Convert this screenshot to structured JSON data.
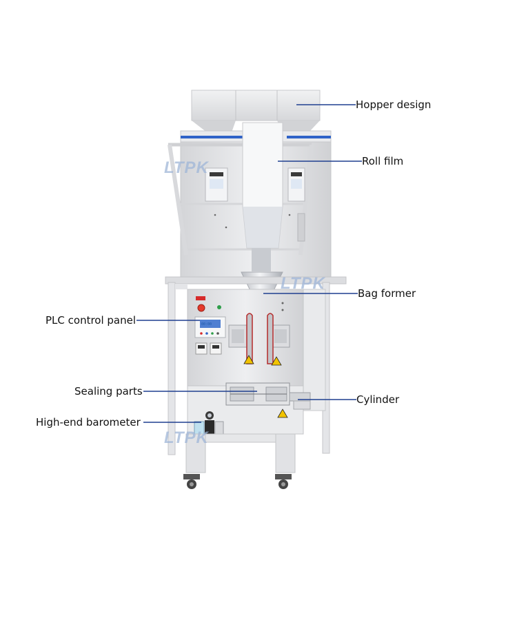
{
  "brand": {
    "watermark": "LTPK"
  },
  "colors": {
    "leader_line": "#1f3f8f",
    "label_text": "#111111",
    "frame": "#d9dadc",
    "steel": "#e6e7e9",
    "accent_blue": "#2f63c8",
    "warning": "#f2c300"
  },
  "callouts": [
    {
      "id": "hopper-design",
      "label": "Hopper design"
    },
    {
      "id": "roll-film",
      "label": "Roll film"
    },
    {
      "id": "bag-former",
      "label": "Bag former"
    },
    {
      "id": "plc-control-panel",
      "label": "PLC control panel"
    },
    {
      "id": "sealing-parts",
      "label": "Sealing parts"
    },
    {
      "id": "cylinder",
      "label": "Cylinder"
    },
    {
      "id": "high-end-barometer",
      "label": "High-end barometer"
    }
  ]
}
